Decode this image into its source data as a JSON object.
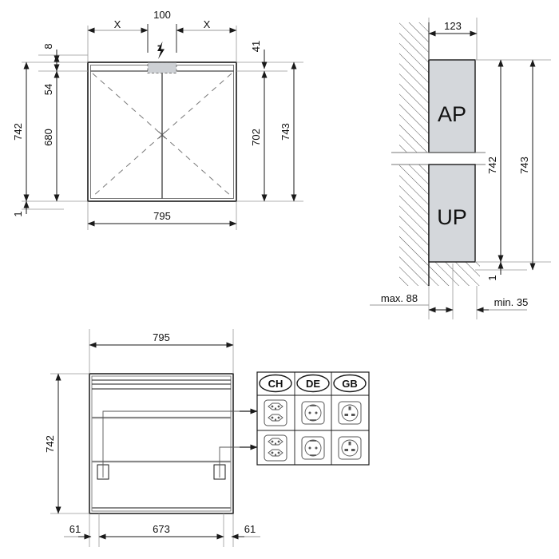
{
  "drawing": {
    "title": "Mirror cabinet installation dimension drawing",
    "units": "mm",
    "line_color": "#1a1a1a",
    "dim_color": "#333333",
    "fill_gray": "#d4d7db",
    "hatch_color": "#555555"
  },
  "views": {
    "front": {
      "name": "front-elevation-view",
      "dimensions": {
        "top_left_x": "X",
        "top_center": "100",
        "top_right_x": "X",
        "left_outer": "742",
        "left_inner": "680",
        "left_small_top": "8",
        "left_small_mid": "54",
        "left_small_bottom": "1",
        "right_small_top": "41",
        "right_inner": "702",
        "right_outer": "743",
        "bottom_width": "795"
      },
      "icons": {
        "power": "lightning-bolt-icon",
        "connector": "cable-entry-box"
      }
    },
    "section": {
      "name": "wall-section-view",
      "labels": {
        "surface_mount": "AP",
        "flush_mount": "UP"
      },
      "dimensions": {
        "depth": "123",
        "height_inner": "742",
        "height_outer": "743",
        "gap": "1",
        "left_note": "max. 88",
        "right_note": "min. 35"
      }
    },
    "top": {
      "name": "top-plan-view",
      "dimensions": {
        "width": "795",
        "height": "742",
        "left_offset": "61",
        "center_span": "673",
        "right_offset": "61"
      }
    },
    "socket_table": {
      "name": "socket-type-table",
      "headers": [
        "CH",
        "DE",
        "GB"
      ],
      "rows": [
        [
          "ch-socket-double",
          "de-schuko-socket",
          "gb-socket"
        ],
        [
          "ch-socket-double",
          "de-schuko-socket",
          "gb-socket"
        ]
      ]
    }
  }
}
